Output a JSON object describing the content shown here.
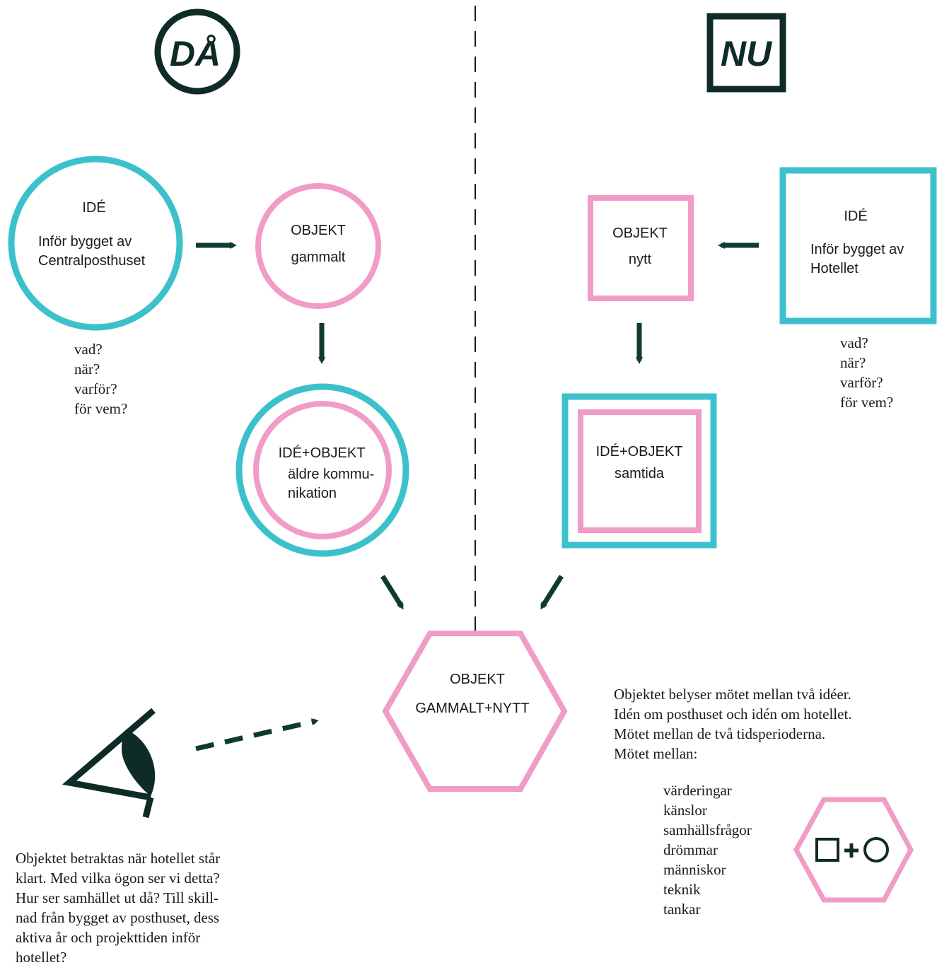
{
  "colors": {
    "teal": "#3cc1cc",
    "pink": "#f09cc6",
    "dark": "#0f3a33",
    "text": "#1a1a1a"
  },
  "headings": {
    "then": "DÅ",
    "now": "NU"
  },
  "then": {
    "idea": {
      "title": "IDÉ",
      "line1": "Inför bygget av",
      "line2": "Centralposthuset"
    },
    "questions": [
      "vad?",
      "när?",
      "varför?",
      "för vem?"
    ],
    "object": {
      "title": "OBJEKT",
      "sub": "gammalt"
    },
    "combined": {
      "title": "IDÉ+OBJEKT",
      "line1": "äldre kommu-",
      "line2": "nikation"
    }
  },
  "now": {
    "idea": {
      "title": "IDÉ",
      "line1": "Inför bygget av",
      "line2": "Hotellet"
    },
    "questions": [
      "vad?",
      "när?",
      "varför?",
      "för vem?"
    ],
    "object": {
      "title": "OBJEKT",
      "sub": "nytt"
    },
    "combined": {
      "title": "IDÉ+OBJEKT",
      "sub": "samtida"
    }
  },
  "result": {
    "title": "OBJEKT",
    "sub": "GAMMALT+NYTT"
  },
  "viewer_text": [
    "Objektet betraktas när hotellet står",
    "klart. Med vilka ögon ser vi detta?",
    "Hur ser samhället ut då? Till skill-",
    "nad från bygget av posthuset, dess",
    "aktiva år och projekttiden inför",
    "hotellet?"
  ],
  "meeting_text": [
    "Objektet belyser mötet mellan två idéer.",
    "Idén om posthuset och idén om hotellet.",
    "Mötet mellan de två tidsperioderna.",
    "Mötet mellan:"
  ],
  "meeting_list": [
    "värderingar",
    "känslor",
    "samhällsfrågor",
    "drömmar",
    "människor",
    "teknik",
    "tankar"
  ],
  "legend_icon": "square-plus-circle-icon"
}
